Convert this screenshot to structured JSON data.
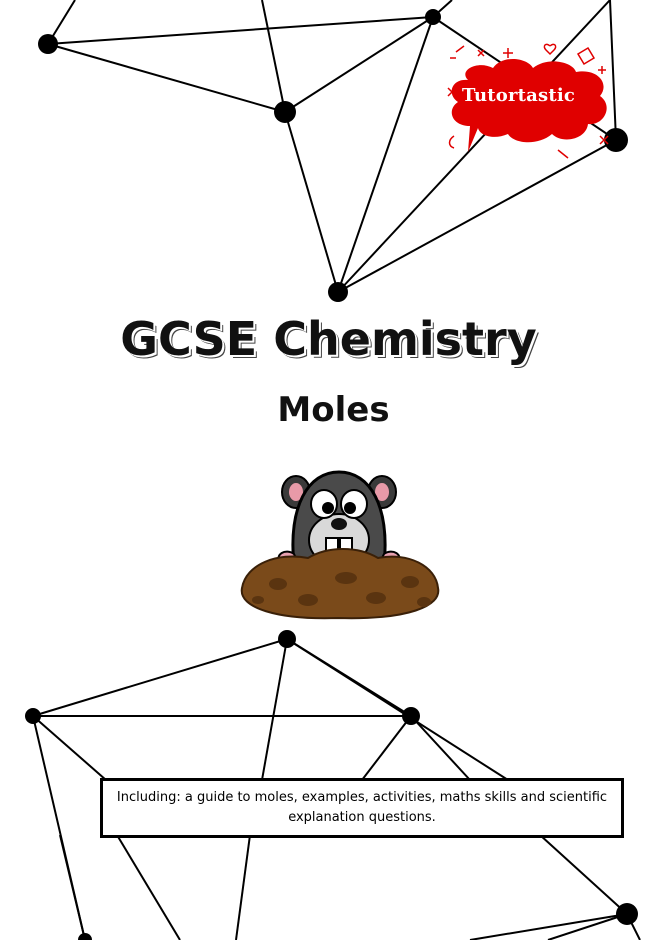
{
  "logo": {
    "text": "Tutortastic",
    "color": "#e00000"
  },
  "title": "GCSE Chemistry",
  "subtitle": "Moles",
  "illustration": {
    "icon": "mole-icon"
  },
  "info_box": {
    "text": "Including: a guide to moles, examples, activities, maths skills and scientific explanation questions."
  },
  "colors": {
    "background": "#ffffff",
    "network": "#000000",
    "soil": "#7a4a1a",
    "mole": "#555555"
  }
}
